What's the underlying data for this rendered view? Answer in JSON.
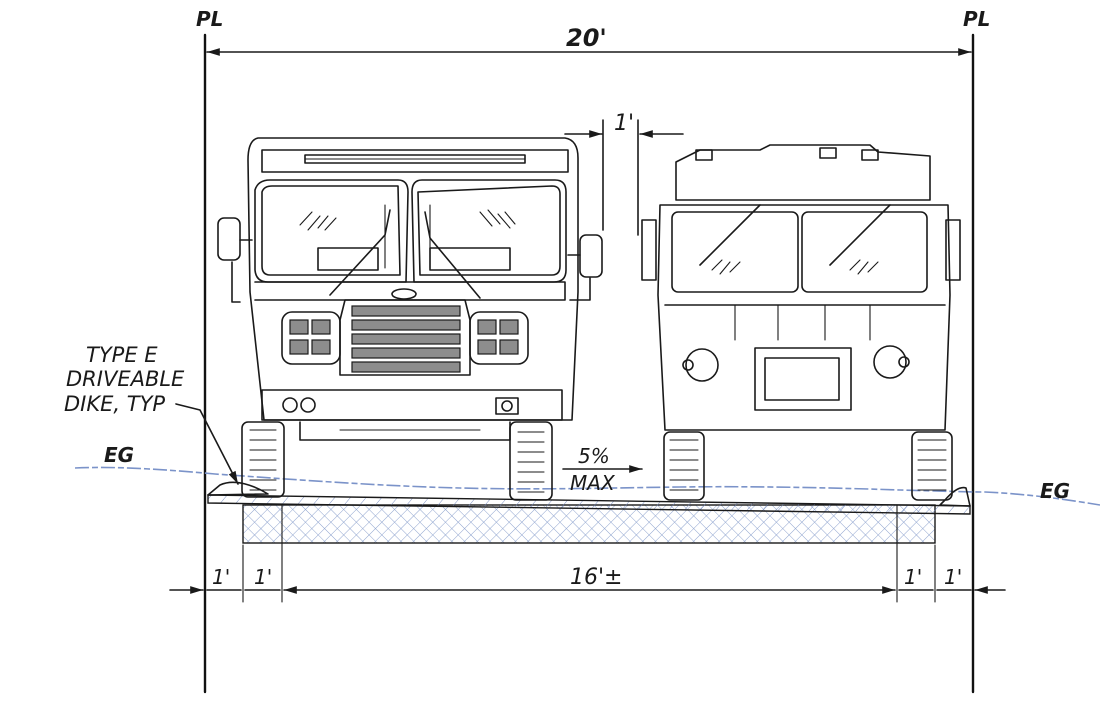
{
  "labels": {
    "property_line_left": "PL",
    "property_line_right": "PL",
    "overall_width": "20'",
    "mirror_clearance": "1'",
    "dike_note_line1": "TYPE E",
    "dike_note_line2": "DRIVEABLE",
    "dike_note_line3": "DIKE, TYP",
    "existing_grade_left": "EG",
    "existing_grade_right": "EG",
    "slope_value": "5%",
    "slope_limit": "MAX",
    "dim_left_outer": "1'",
    "dim_left_inner": "1'",
    "dim_center": "16'±",
    "dim_right_inner": "1'",
    "dim_right_outer": "1'"
  },
  "colors": {
    "ink": "#1a1a1a",
    "grade_line": "#7b93c9",
    "pavement_hatch": "#8fa4cf",
    "grille_fill": "#8d8d8d"
  },
  "icons": {
    "left_vehicle": "fire-truck-front-icon",
    "right_vehicle": "fire-engine-front-icon"
  }
}
